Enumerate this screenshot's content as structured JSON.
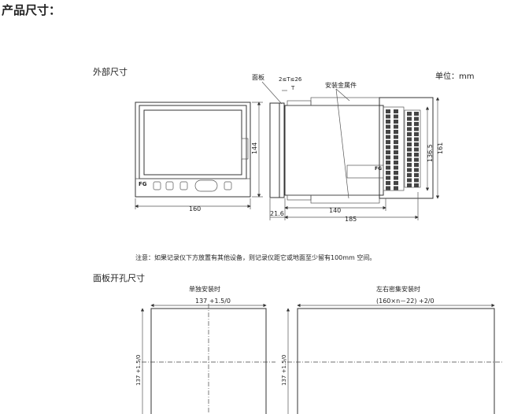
{
  "title": "产品尺寸：",
  "external": {
    "heading": "外部尺寸",
    "unit": "单位：mm",
    "panel_label": "面板",
    "thickness": "2≤T≤26",
    "t_label": "T",
    "bracket_label": "安装金属件",
    "front_width": "160",
    "front_height": "144",
    "depth_body": "140",
    "depth_total": "185",
    "bezel": "21.6",
    "terminal_height": "136.5",
    "total_height": "161"
  },
  "note": "注意：如果记录仪下方放置有其他设备，则记录仪距它或地面至少留有100mm 空间。",
  "cutout": {
    "heading": "面板开孔尺寸",
    "single": {
      "label": "单独安装时",
      "width": "137 +1.5/0",
      "height": "137 +1.5/0"
    },
    "dense": {
      "label": "左右密集安装时",
      "width": "(160×n－22) +2/0",
      "height": "137 +1.5/0"
    }
  }
}
